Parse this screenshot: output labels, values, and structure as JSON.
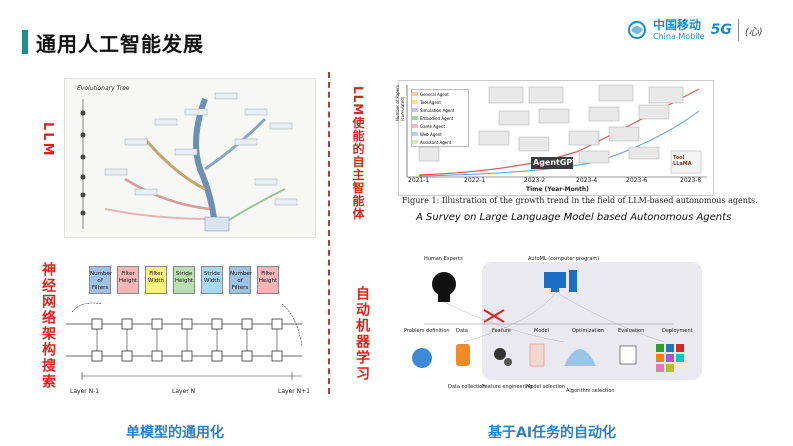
{
  "header": {
    "title": "通用人工智能发展",
    "logo_cn": "中国移动",
    "logo_en": "China Mobile",
    "logo_5g": "5G",
    "logo_sig": "(心)"
  },
  "left_top": {
    "side_label": "LLM",
    "tree_title": "Evolutionary Tree"
  },
  "left_bottom": {
    "side_label": "神经网络架构搜索",
    "filters": [
      {
        "label": "Number of Filters",
        "color": "#9ec3e6"
      },
      {
        "label": "Filter Height",
        "color": "#f4b6b6"
      },
      {
        "label": "Filter Width",
        "color": "#fff27a"
      },
      {
        "label": "Stride Height",
        "color": "#b8e0b0"
      },
      {
        "label": "Stride Width",
        "color": "#a9d8f0"
      },
      {
        "label": "Number of Filters",
        "color": "#9ec3e6"
      },
      {
        "label": "Filter Height",
        "color": "#f4b6b6"
      }
    ],
    "layer_labels": [
      "Layer N-1",
      "Layer N",
      "Layer N+1"
    ]
  },
  "left_caption": "单模型的通用化",
  "right_top": {
    "side_label": "LLM使能的自主智能体",
    "legend": [
      {
        "label": "General Agent",
        "color": "#f7c9a0"
      },
      {
        "label": "Tool Agent",
        "color": "#f8e08e"
      },
      {
        "label": "Simulation Agent",
        "color": "#c9c1e6"
      },
      {
        "label": "Embodied Agent",
        "color": "#9fd6a8"
      },
      {
        "label": "Game Agent",
        "color": "#f2b8c6"
      },
      {
        "label": "Web Agent",
        "color": "#a8d8f0"
      },
      {
        "label": "Assistant Agent",
        "color": "#d6e9b5"
      }
    ],
    "x_ticks": [
      "2021-1",
      "2022-1",
      "2023-2",
      "2023-4",
      "2023-6",
      "2023-8"
    ],
    "x_axis_label": "Time (Year-Month)",
    "y_axis_label": "Number of Papers (cumulated)",
    "agentgpt_label": "AgentGPT",
    "toolllama_label": "Tool LLaMA",
    "figure_caption": "Figure 1:  Illustration of the growth trend in the field of LLM-based autonomous agents.",
    "survey_title": "A Survey on Large Language Model based Autonomous Agents"
  },
  "right_bottom": {
    "side_label": "自动机器学习",
    "human_experts": "Human Experts",
    "automl_label": "AutoML (computer program)",
    "stage_labels": [
      "Problem definition",
      "Data",
      "Feature",
      "Model",
      "Optimization",
      "Evaluation",
      "Deployment"
    ],
    "sub_labels": [
      "Data collection",
      "Feature engineering",
      "Model selection",
      "Algorithm selection"
    ]
  },
  "right_caption": "基于AI任务的自动化",
  "colors": {
    "accent_teal": "#1f8c8f",
    "red_label": "#d7261e",
    "caption_blue": "#2c7fc8"
  }
}
